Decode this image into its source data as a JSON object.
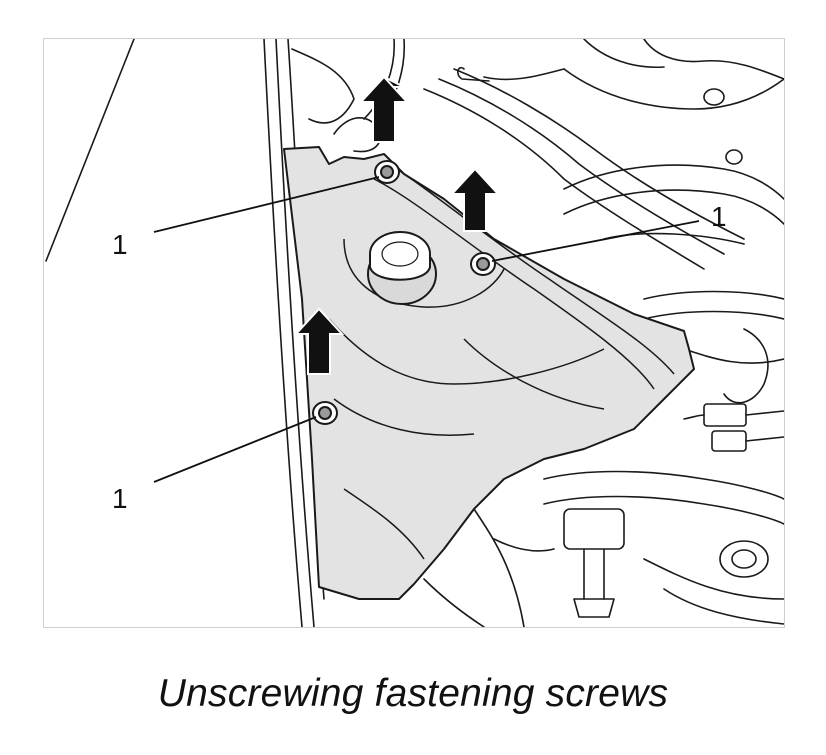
{
  "figure": {
    "callouts": [
      "1",
      "1",
      "1"
    ]
  },
  "caption": "Unscrewing fastening screws"
}
